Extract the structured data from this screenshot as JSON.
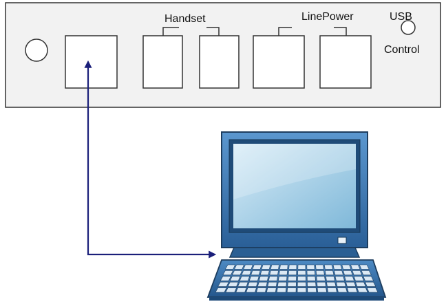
{
  "labels": {
    "handset": "Handset",
    "line_power": "LinePower",
    "usb": "USB",
    "control": "Control"
  },
  "colors": {
    "panel_fill": "#f2f2f2",
    "outline": "#333333",
    "arrow": "#1a1f7a",
    "screen_top": "#d8ecf7",
    "screen_bottom": "#7fb8d9",
    "monitor_body": "#3a78b5",
    "keyboard": "#2f6fae"
  },
  "icons": {
    "power_button": "power-circle-icon",
    "usb_port": "usb-port-icon",
    "monitor": "monitor-icon",
    "keyboard": "keyboard-icon"
  }
}
